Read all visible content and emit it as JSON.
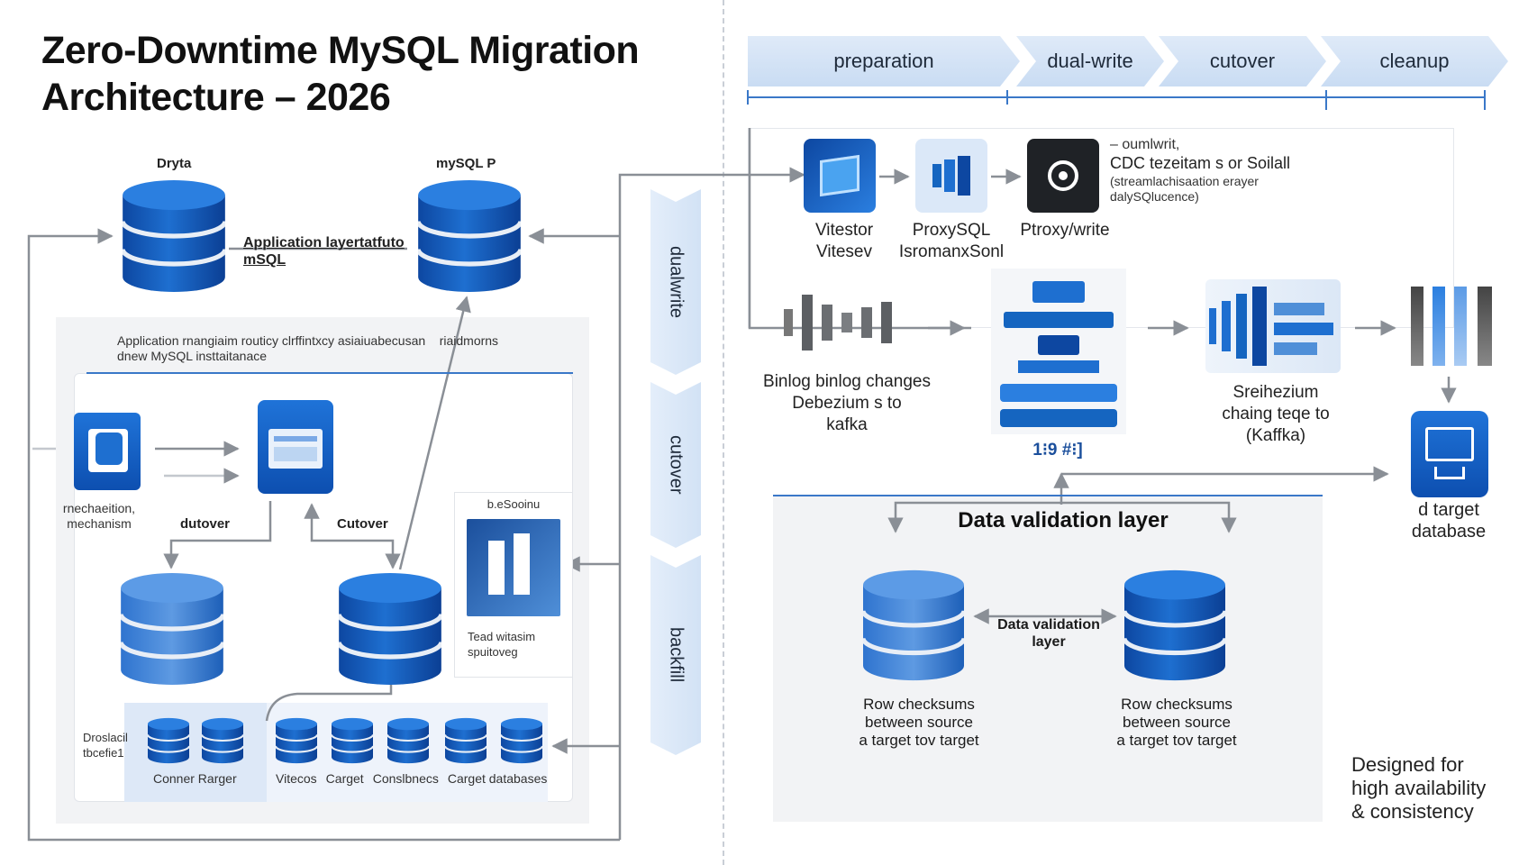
{
  "title_line1": "Zero-Downtime MySQL Migration",
  "title_line2": "Architecture – 2026",
  "phases": [
    "preparation",
    "dual-write",
    "cutover",
    "cleanup"
  ],
  "vertical_stages": [
    "dualwrite",
    "cutover",
    "backfill"
  ],
  "left": {
    "db_label_left": "Dryta",
    "db_label_right": "mySQL P",
    "app_layer_label_1": "Application layertatfuto",
    "app_layer_label_2": "mSQL",
    "panel_caption_1": "Application rnangiaim routicy clrffintxcy asiaiuabecusan",
    "panel_caption_1b": "riaidmorns",
    "panel_caption_2": "dnew MySQL insttaitanace",
    "mechanism_label_1": "rnechaeition,",
    "mechanism_label_2": "mechanism",
    "dutover_label": "dutover",
    "cutover_label": "Cutover",
    "mini_card_title": "b.eSooinu",
    "mini_card_text_1": "Tead witasim",
    "mini_card_text_2": "spuitoveg",
    "bottom_left_label_1": "Droslacil",
    "bottom_left_label_2": "tbcefie1",
    "bottom_caption": "Conner Rarger",
    "bottom_captions_right": [
      "Vitecos",
      "Carget",
      "Conslbnecs",
      "Carget databases"
    ]
  },
  "right": {
    "cdc_line1": "– oumlwrit,",
    "cdc_line2": "CDC tezeitam s or Soilall",
    "cdc_line3": "(streamlachisaation erayer",
    "cdc_line4": "dalySQlucence)",
    "icon_labels": [
      {
        "l1": "Vitestor",
        "l2": "Vitesev"
      },
      {
        "l1": "ProxySQL",
        "l2": "IsromanxSonl"
      },
      {
        "l1": "Ptroxy/write",
        "l2": ""
      }
    ],
    "binlog_label": [
      "Binlog binlog changes",
      "Debezium s to",
      "kafka"
    ],
    "code_label": "1⁝9 #⁝]",
    "stream_label": [
      "Sreihezium",
      "chaing teqe to",
      "(Kaffka)"
    ],
    "target_label": [
      "d target",
      "database"
    ],
    "validation_title": "Data validation layer",
    "validation_mid": [
      "Data validation",
      "layer"
    ],
    "checksum_left": [
      "Row checksums",
      "between source",
      "a target tov target"
    ],
    "checksum_right": [
      "Row  checksums",
      "between source",
      "a target tov target"
    ],
    "footer_note": [
      "Designed for",
      "high availability",
      "& consistency"
    ]
  },
  "colors": {
    "accent": "#1565c0",
    "accent_light": "#4f8fd8",
    "phase_bg": "#d4e3f6",
    "panel_bg": "#f2f3f5",
    "line": "#8a8f96"
  }
}
